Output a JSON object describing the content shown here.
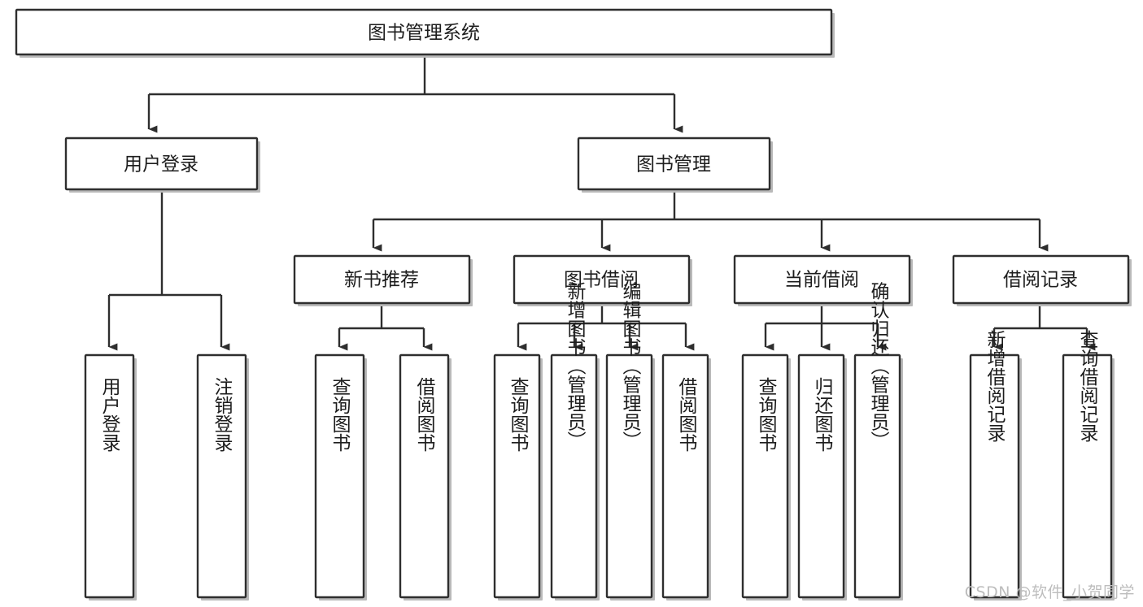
{
  "diagram": {
    "title": "图书管理系统",
    "type": "tree",
    "watermark": "CSDN @软件_小贺同学",
    "colors": {
      "stroke": "#2e2e2e",
      "fill": "#ffffff",
      "text": "#1d1d1d",
      "shadow": "#b9b9b9",
      "watermark": "#bdbdbd"
    },
    "nodes": {
      "root": {
        "label": "图书管理系统"
      },
      "level2": [
        {
          "label": "用户登录"
        },
        {
          "label": "图书管理"
        }
      ],
      "level3": [
        {
          "label": "新书推荐"
        },
        {
          "label": "图书借阅"
        },
        {
          "label": "当前借阅"
        },
        {
          "label": "借阅记录"
        }
      ],
      "leaves": {
        "user_login": [
          {
            "label": "用户登录"
          },
          {
            "label": "注销登录"
          }
        ],
        "new_book": [
          {
            "label": "查询图书"
          },
          {
            "label": "借阅图书"
          }
        ],
        "book_borrow": [
          {
            "label": "查询图书"
          },
          {
            "label": "新增图书（管理员）"
          },
          {
            "label": "编辑图书（管理员）"
          },
          {
            "label": "借阅图书"
          }
        ],
        "current_borrow": [
          {
            "label": "查询图书"
          },
          {
            "label": "归还图书"
          },
          {
            "label": "确认归还（管理员）"
          }
        ],
        "borrow_record": [
          {
            "label": "新增借阅记录"
          },
          {
            "label": "查询借阅记录"
          }
        ]
      }
    }
  }
}
